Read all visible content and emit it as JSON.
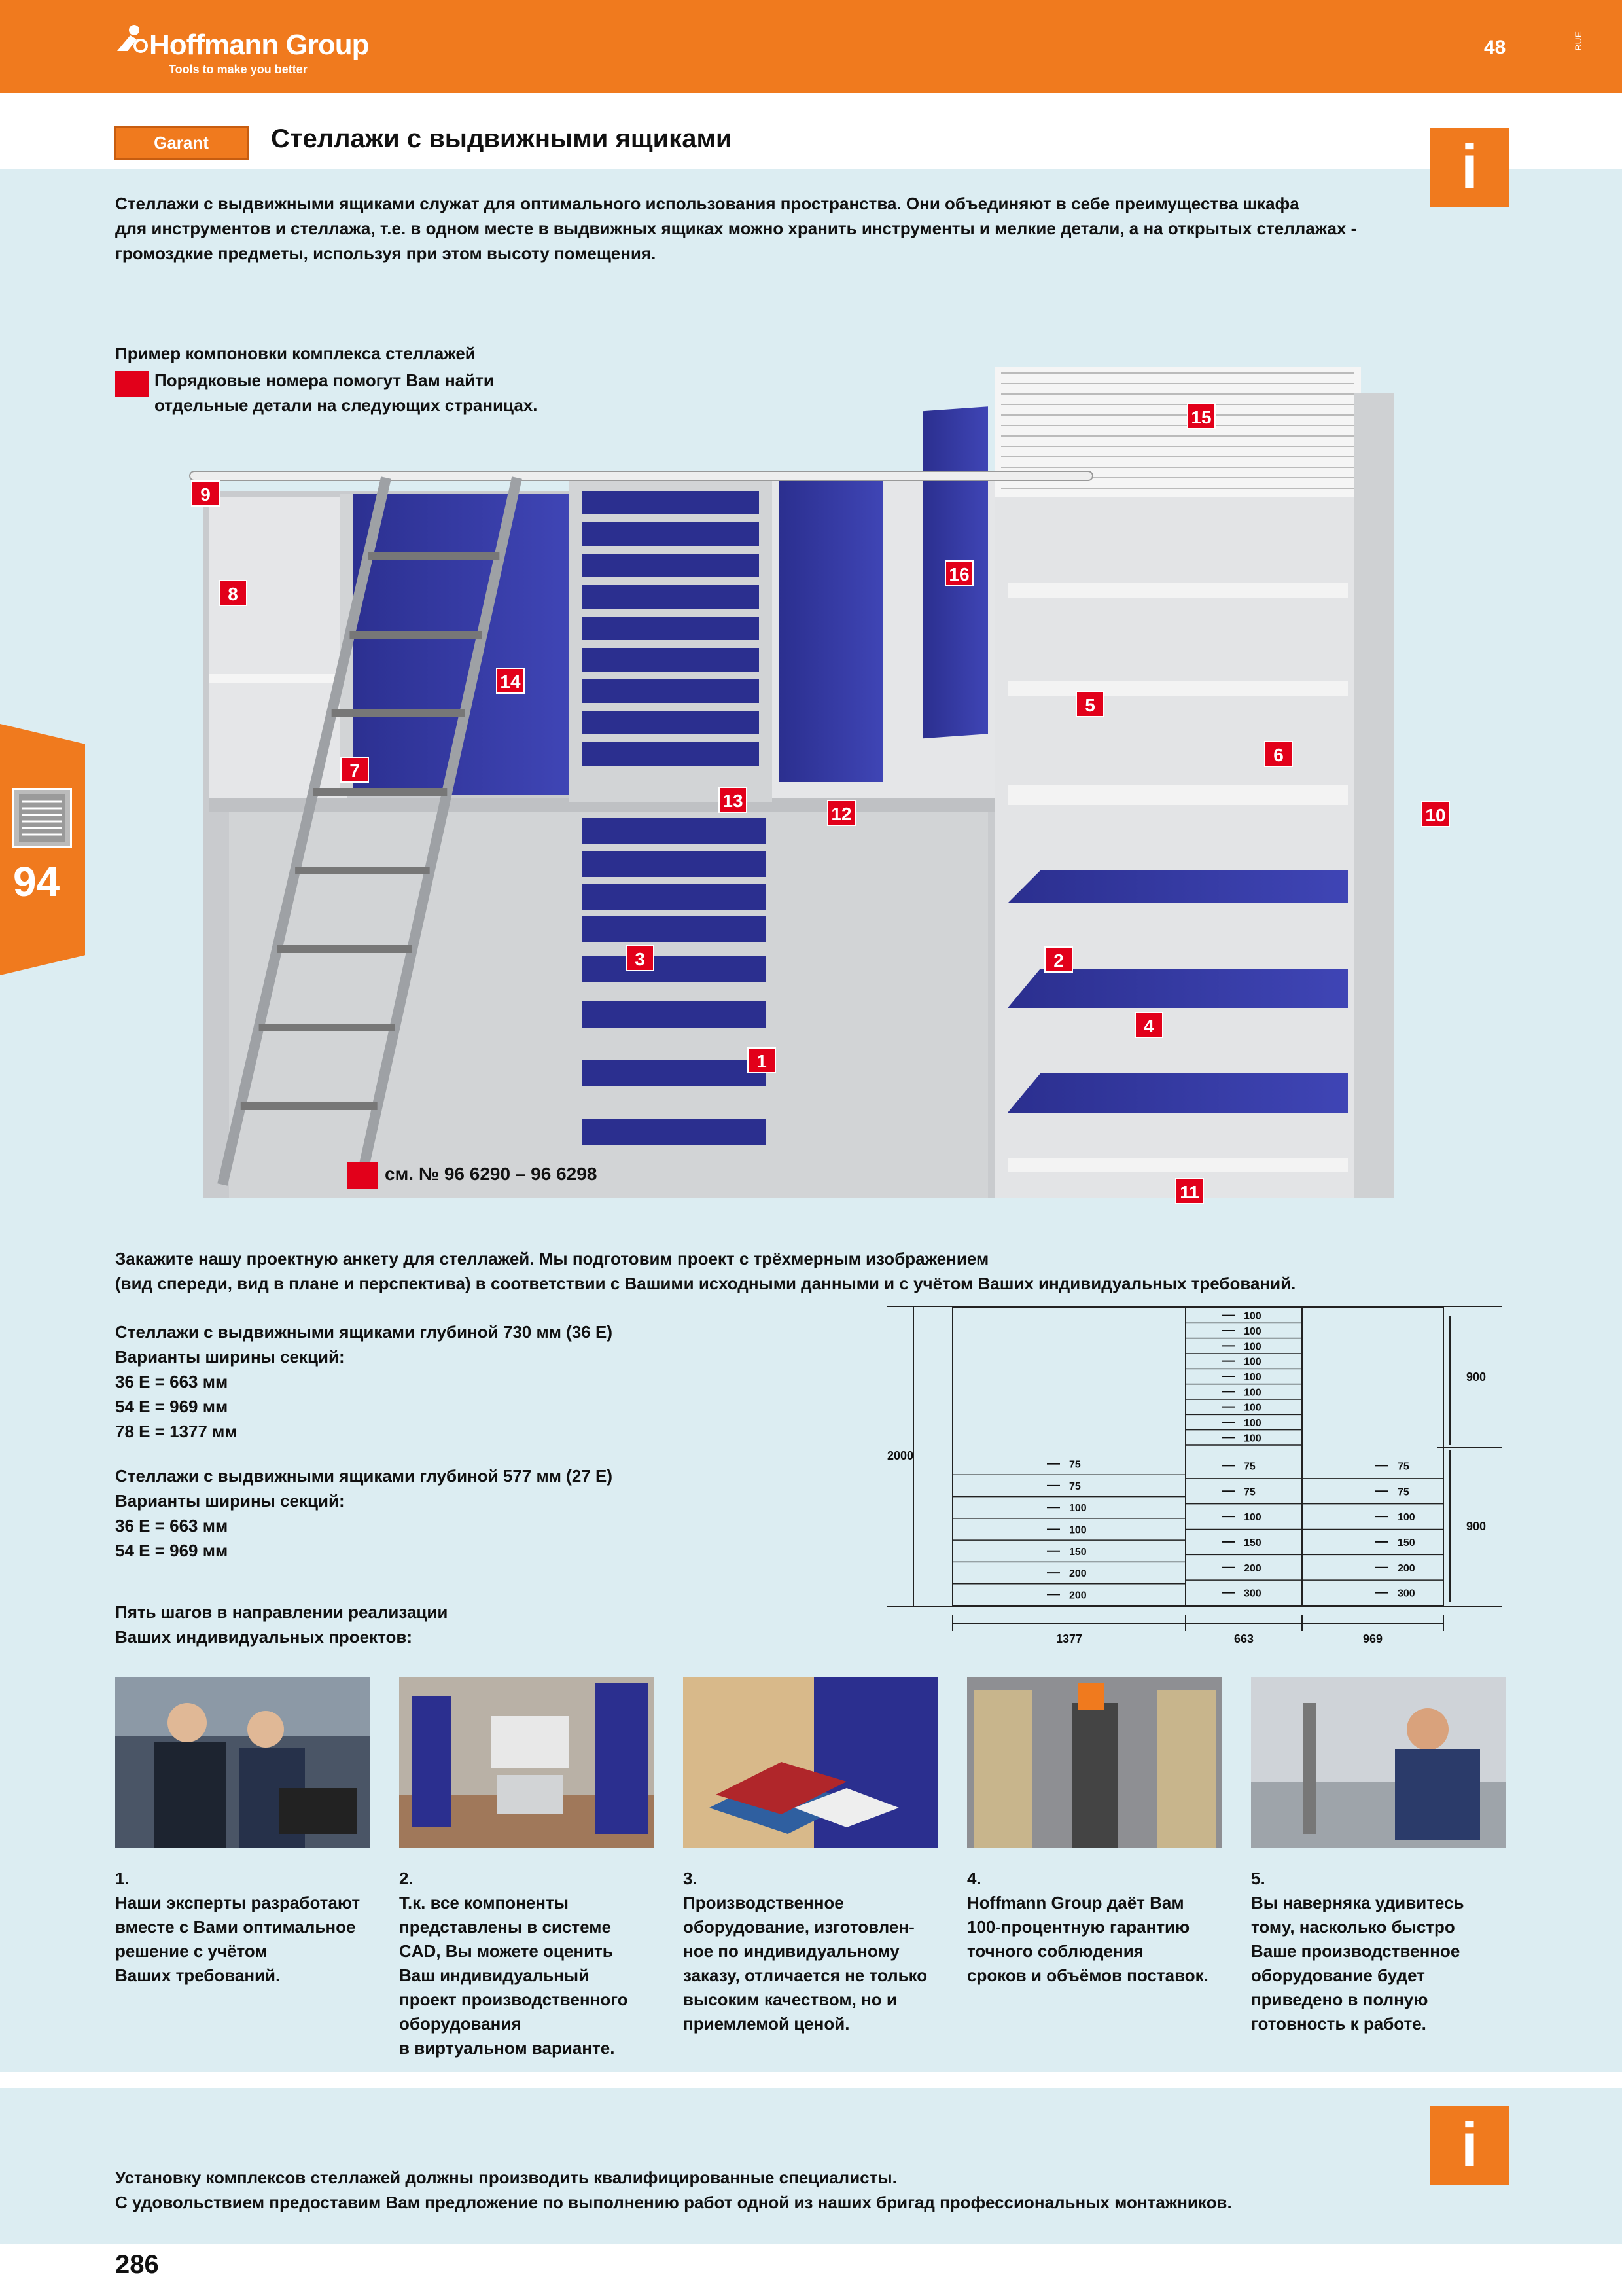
{
  "header": {
    "brand_name": "Hoffmann Group",
    "brand_tagline": "Tools to make you better",
    "page_number_top": "48",
    "code": "RUE"
  },
  "title_bar": {
    "badge": "Garant",
    "title": "Стеллажи с выдвижными ящиками",
    "info_symbol": "i"
  },
  "intro_lines": [
    "Стеллажи с выдвижными ящиками служат для оптимального использования пространства. Они объединяют в себе преимущества шкафа",
    "для инструментов и стеллажа, т.е. в одном месте в выдвижных ящиках можно хранить инструменты и мелкие детали, а на открытых стеллажах -",
    "громоздкие предметы, используя при этом высоту помещения."
  ],
  "side_tab": {
    "number": "94"
  },
  "example": {
    "title": "Пример компоновки комплекса стеллажей",
    "legend_lines": [
      "Порядковые номера помогут Вам найти",
      "отдельные детали на следующих страницах."
    ],
    "ladder_ref": "см. № 96 6290 – 96 6298"
  },
  "callouts": [
    "1",
    "2",
    "3",
    "4",
    "5",
    "6",
    "7",
    "8",
    "9",
    "10",
    "11",
    "12",
    "13",
    "14",
    "15",
    "16"
  ],
  "order_lines": [
    "Закажите нашу проектную анкету для стеллажей. Мы подготовим проект с трёхмерным изображением",
    "(вид спереди, вид в плане и перспектива) в соответствии с Вашими исходными данными и с учётом Ваших индивидуальных требований."
  ],
  "spec_730": [
    "Стеллажи с выдвижными ящиками глубиной 730 мм (36 E)",
    "Варианты ширины секций:",
    "36 E = 663 мм",
    "54 E = 969 мм",
    "78 E = 1377 мм"
  ],
  "spec_577": [
    "Стеллажи с выдвижными ящиками глубиной 577 мм (27 E)",
    "Варианты ширины секций:",
    "36 E = 663 мм",
    "54 E = 969 мм"
  ],
  "steps_heading": [
    "Пять шагов в направлении реализации",
    "Ваших индивидуальных проектов:"
  ],
  "diagram": {
    "height_total": "2000",
    "height_upper": "900",
    "height_lower": "900",
    "width_left": "1377",
    "width_mid": "663",
    "width_right": "969",
    "left_drawers": [
      "75",
      "75",
      "100",
      "100",
      "150",
      "200",
      "200"
    ],
    "mid_upper_drawers": [
      "100",
      "100",
      "100",
      "100",
      "100",
      "100",
      "100",
      "100",
      "100"
    ],
    "mid_lower_drawers": [
      "75",
      "75",
      "100",
      "150",
      "200",
      "300"
    ],
    "right_drawers": [
      "75",
      "75",
      "100",
      "150",
      "200",
      "300"
    ]
  },
  "steps": [
    {
      "num": "1.",
      "lines": [
        "Наши эксперты разработают",
        "вместе с Вами оптимальное",
        "решение с учётом",
        "Ваших требований."
      ]
    },
    {
      "num": "2.",
      "lines": [
        "Т.к. все компоненты",
        "представлены в системе",
        "CAD, Вы можете оценить",
        "Ваш индивидуальный",
        "проект производственного",
        "оборудования",
        "в виртуальном варианте."
      ]
    },
    {
      "num": "3.",
      "lines": [
        "Производственное",
        "оборудование, изготовлен-",
        "ное по индивидуальному",
        "заказу, отличается не только",
        "высоким качеством, но и",
        "приемлемой ценой."
      ]
    },
    {
      "num": "4.",
      "lines": [
        "Hoffmann Group даёт Вам",
        "100-процентную гарантию",
        "точного соблюдения",
        "сроков и объёмов поставок."
      ]
    },
    {
      "num": "5.",
      "lines": [
        "Вы наверняка удивитесь",
        "тому, насколько быстро",
        "Ваше производственное",
        "оборудование будет",
        "приведено в полную",
        "готовность к работе."
      ]
    }
  ],
  "footer_lines": [
    "Установку комплексов стеллажей должны производить квалифицированные специалисты.",
    "С удовольствием предоставим Вам предложение по выполнению работ одной из наших бригад профессиональных монтажников."
  ],
  "page_number": "286",
  "colors": {
    "orange": "#f07a1e",
    "red": "#e2001a",
    "navy": "#2b2f8f",
    "grey": "#d2d4d6",
    "background": "#dcedf2"
  }
}
